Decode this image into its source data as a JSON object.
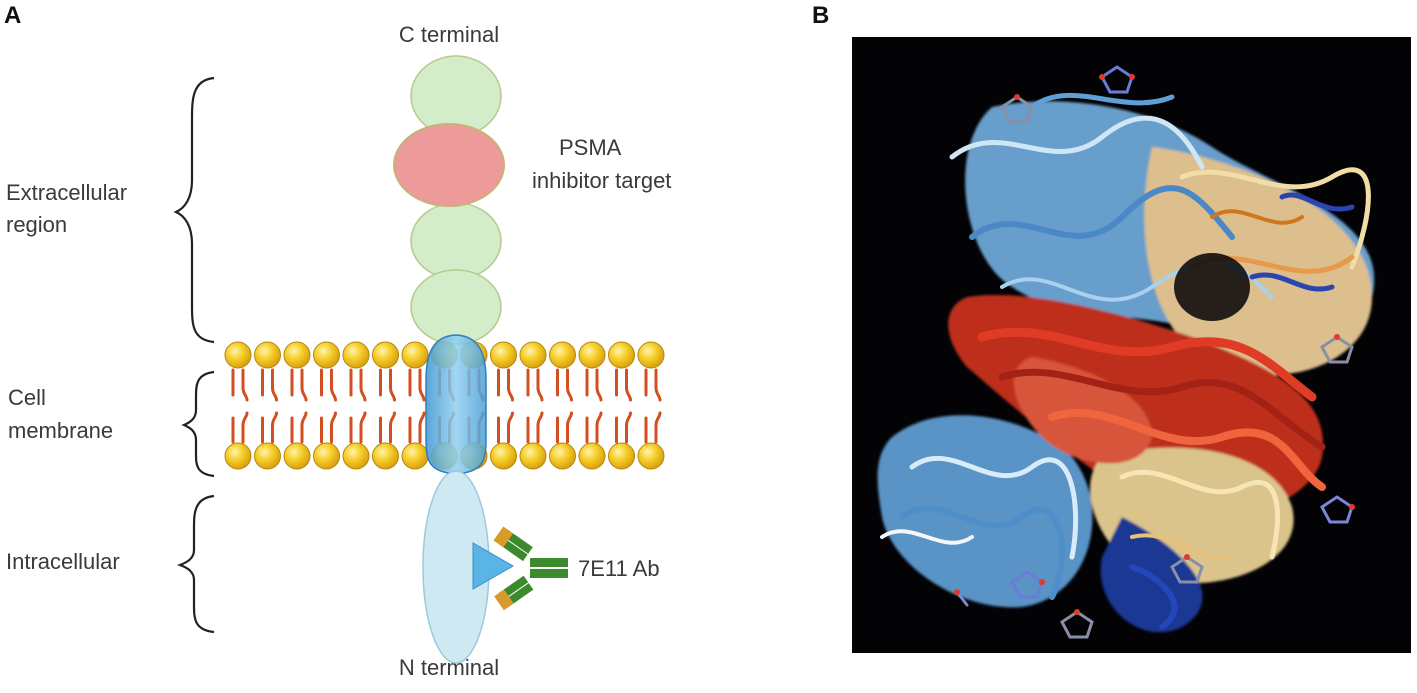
{
  "panels": {
    "a": {
      "letter": "A"
    },
    "b": {
      "letter": "B"
    }
  },
  "diagram": {
    "top_label": "C terminal",
    "bottom_label": "N terminal",
    "target_label_line1": "PSMA",
    "target_label_line2": "inhibitor target",
    "antibody_label": "7E11 Ab",
    "regions": {
      "extracellular_line1": "Extracellular",
      "extracellular_line2": "region",
      "membrane_line1": "Cell",
      "membrane_line2": "membrane",
      "intracellular": "Intracellular"
    }
  },
  "colors": {
    "domain_green": "#d3ecc9",
    "domain_red": "#ec9a9a",
    "transmembrane_blue": "#6db8e3",
    "lipid_head": "#f3c21e",
    "lipid_tail": "#d2501f",
    "cytoplasmic_tail": "#cfe9f3",
    "antibody_green": "#3c8a2c",
    "antibody_orange": "#d89a2a",
    "structure_background": "#030306"
  }
}
